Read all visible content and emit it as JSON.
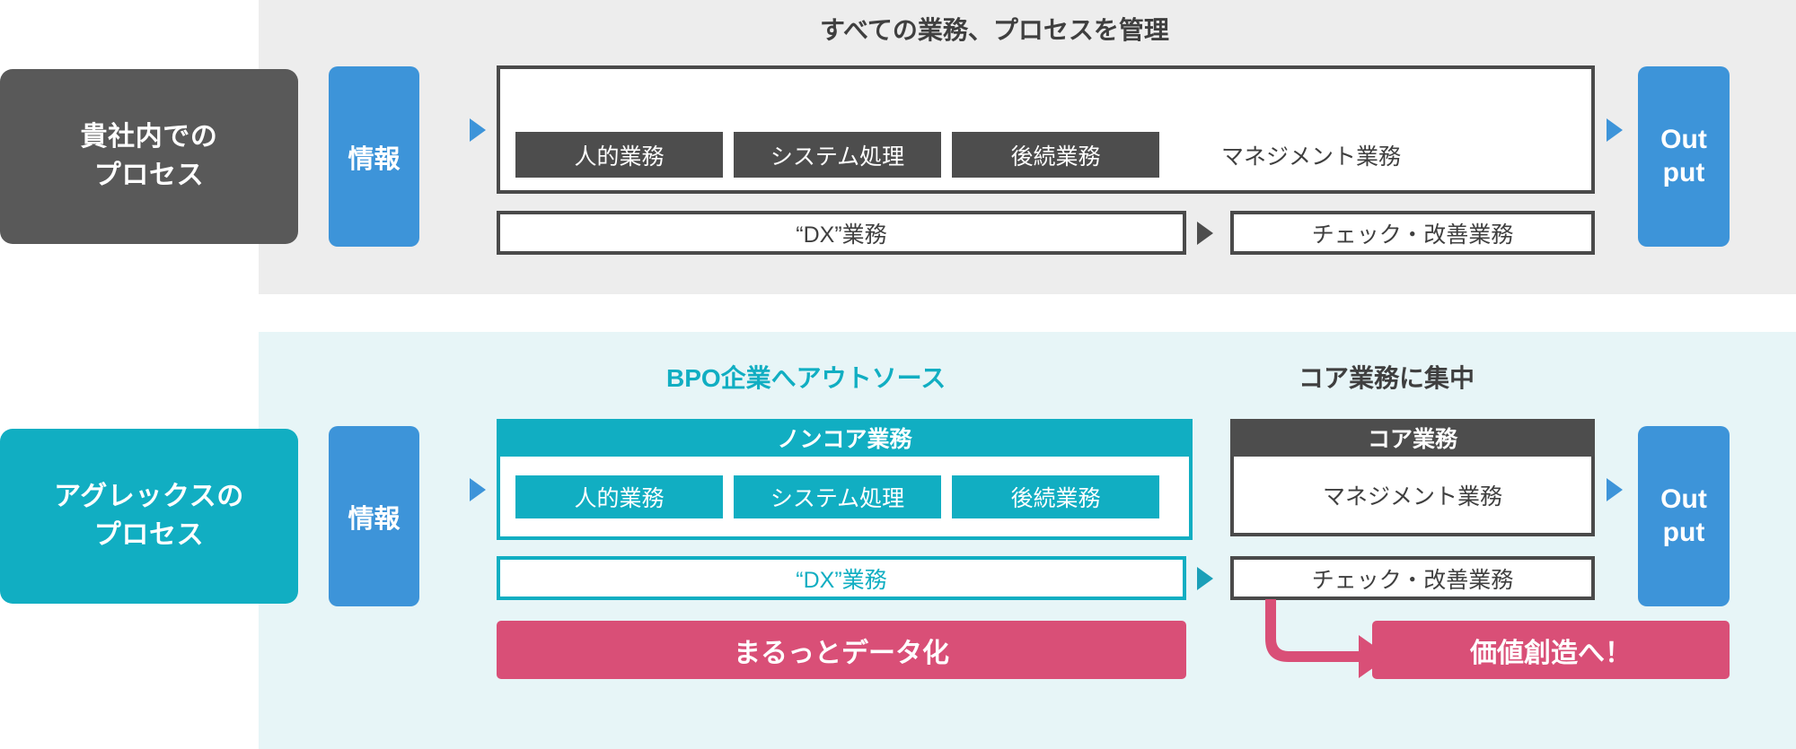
{
  "diagram": {
    "title_manage": "すべての業務、プロセスを管理",
    "title_bpo": "BPO企業へアウトソース",
    "title_core": "コア業務に集中",
    "colors": {
      "dark_gray": "#595959",
      "panel_gray": "#ededed",
      "teal": "#11aec2",
      "panel_teal": "#e7f5f7",
      "blue": "#3d94d9",
      "pink": "#d94f77",
      "border_gray": "#4a4a4a"
    }
  },
  "top_row": {
    "label": "貴社内での\nプロセス",
    "label_line1": "貴社内での",
    "label_line2": "プロセス",
    "info_label": "情報",
    "output_line1": "Out",
    "output_line2": "put",
    "chips": [
      "人的業務",
      "システム処理",
      "後続業務"
    ],
    "management_label": "マネジメント業務",
    "dx_label": "“DX”業務",
    "check_label": "チェック・改善業務"
  },
  "bottom_row": {
    "label_line1": "アグレックスの",
    "label_line2": "プロセス",
    "info_label": "情報",
    "output_line1": "Out",
    "output_line2": "put",
    "noncore_title": "ノンコア業務",
    "chips": [
      "人的業務",
      "システム処理",
      "後続業務"
    ],
    "dx_label": "“DX”業務",
    "core_header": "コア業務",
    "management_label": "マネジメント業務",
    "check_label": "チェック・改善業務",
    "data_banner": "まるっとデータ化",
    "value_banner": "価値創造へ！"
  }
}
